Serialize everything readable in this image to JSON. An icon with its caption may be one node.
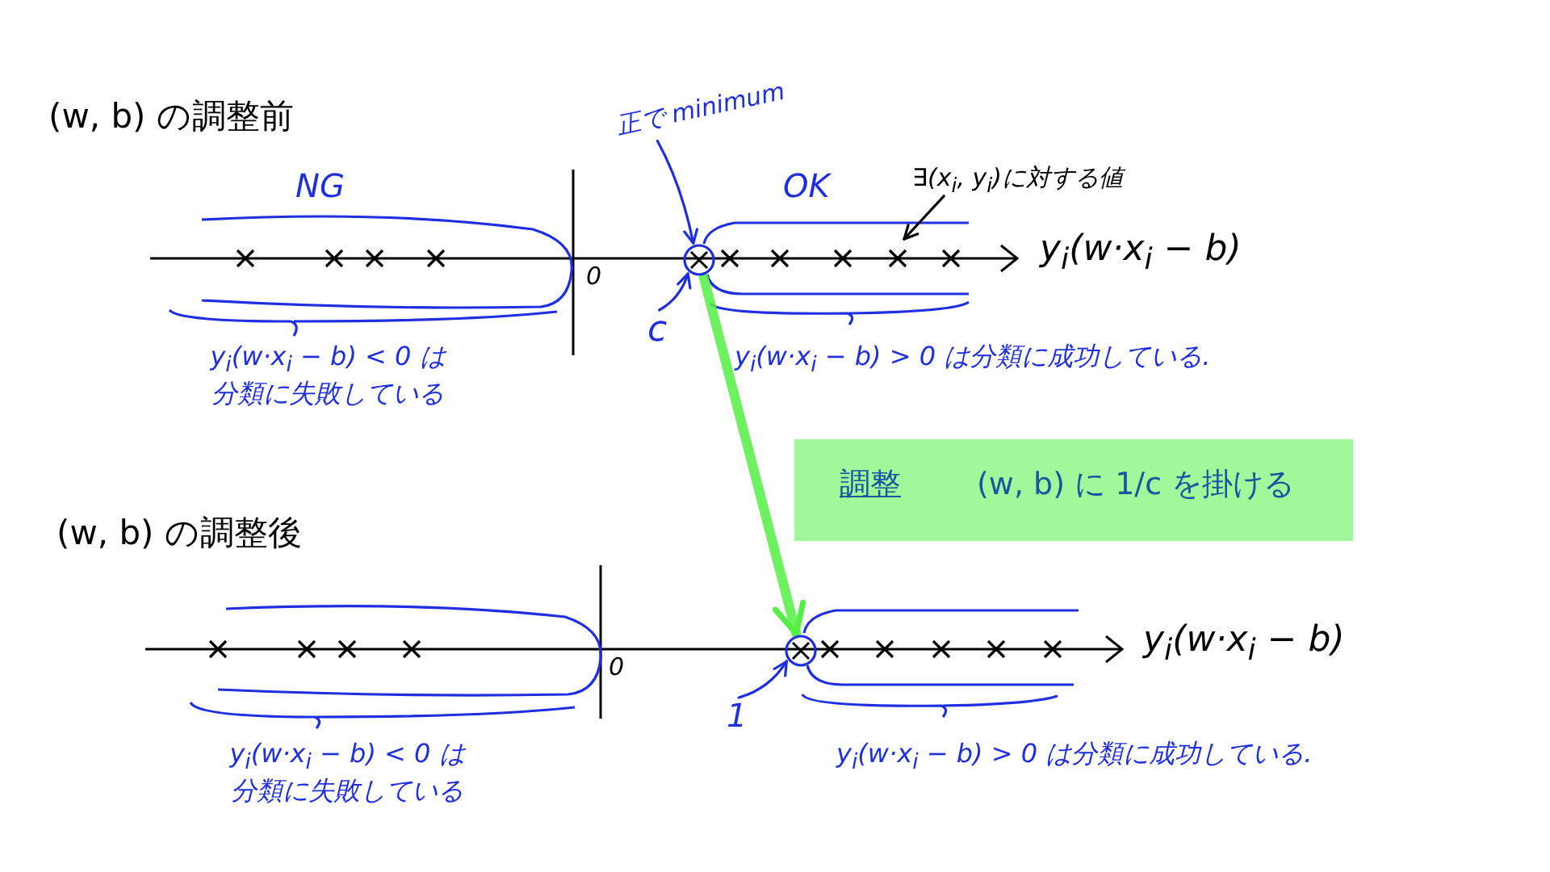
{
  "diagram": {
    "nodes": [
      {
        "text": [],
        "shape": "circle"
      },
      {
        "text": [],
        "shape": "circle"
      },
      {
        "text": [
          "調整",
          "(w, b) に 1/c を掛ける"
        ]
      },
      {
        "text": [
          "正で minimum"
        ]
      },
      {
        "text": [
          "c"
        ]
      },
      {
        "text": [
          "1"
        ]
      },
      {
        "text": [
          "∃(x$_{i}$, y$_{i}$)に対する値"
        ]
      }
    ],
    "edges": [
      {
        "from": 3,
        "to": 0,
        "arrow": "to"
      },
      {
        "from": 4,
        "to": 0,
        "arrow": "to"
      },
      {
        "from": 6,
        "to": null,
        "arrow": "to",
        "color": "#000000"
      },
      {
        "from": 0,
        "to": 1,
        "arrow": "to",
        "style": "thick",
        "color": "#55ee44"
      },
      {
        "from": 5,
        "to": 1,
        "arrow": "to"
      }
    ],
    "labels": [
      "(w, b) の調整前",
      "NG",
      "OK",
      "y$_{i}$(w·x$_{i}$ − b)",
      "0",
      "y$_{i}$(w·x$_{i}$ − b) < 0 は分類に失敗している",
      "y$_{i}$(w·x$_{i}$ − b) > 0 は分類に成功している.",
      "(w, b) の調整後",
      "y$_{i}$(w·x$_{i}$ − b)",
      "0",
      "y$_{i}$(w·x$_{i}$ − b) < 0 は分類に失敗している",
      "y$_{i}$(w·x$_{i}$ − b) > 0 は分類に成功している."
    ]
  }
}
